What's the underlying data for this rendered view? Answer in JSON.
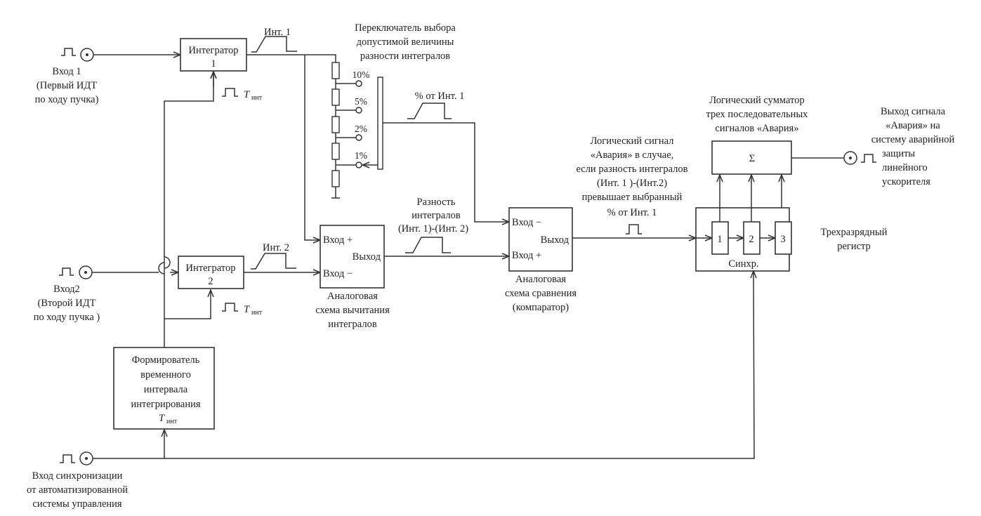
{
  "diagram": {
    "inputs": {
      "input1": {
        "label": "Вход 1",
        "sub1": "(Первый ИДТ",
        "sub2": "по ходу пучка)"
      },
      "input2": {
        "label": "Вход2",
        "sub1": "(Второй ИДТ",
        "sub2": "по ходу пучка )"
      },
      "sync": {
        "line1": "Вход синхронизации",
        "line2": "от автоматизированной",
        "line3": "системы управления"
      }
    },
    "integrator1": {
      "line1": "Интегратор",
      "line2": "1",
      "signal": "Инт. 1",
      "gate_T": "T",
      "gate_sub": "инт"
    },
    "integrator2": {
      "line1": "Интегратор",
      "line2": "2",
      "signal": "Инт. 2",
      "gate_T": "T",
      "gate_sub": "инт"
    },
    "timer": {
      "line1": "Формирователь",
      "line2": "временного",
      "line3": "интервала",
      "line4": "интегрирования",
      "T": "T",
      "T_sub": "инт"
    },
    "switch": {
      "title1": "Переключатель выбора",
      "title2": "допустимой величины",
      "title3": "разности интегралов",
      "taps": [
        "10%",
        "5%",
        "2%",
        "1%"
      ],
      "selected": "1%",
      "output_label": "% от Инт. 1"
    },
    "subtractor": {
      "in_plus": "Вход +",
      "in_minus": "Вход −",
      "out": "Выход",
      "caption1": "Аналоговая",
      "caption2": "схема вычитания",
      "caption3": "интегралов",
      "diff1": "Разность",
      "diff2": "интегралов",
      "diff3": "(Инт. 1)-(Инт. 2)"
    },
    "comparator": {
      "in_minus": "Вход −",
      "in_plus": "Вход +",
      "out": "Выход",
      "caption1": "Аналоговая",
      "caption2": "схема сравнения",
      "caption3": "(компаратор)"
    },
    "alarm_note": {
      "line1": "Логический сигнал",
      "line2": "«Авария» в случае,",
      "line3": "если разность интегралов",
      "line4": "(Инт. 1 )-(Инт.2)",
      "line5": "превышает выбранный",
      "line6": "% от Инт. 1"
    },
    "register": {
      "cells": [
        "1",
        "2",
        "3"
      ],
      "sync": "Синхр.",
      "caption1": "Трехразрядный",
      "caption2": "регистр"
    },
    "adder": {
      "symbol": "Σ",
      "title1": "Логический сумматор",
      "title2": "трех последовательных",
      "title3": "сигналов «Авария»"
    },
    "output": {
      "line1": "Выход сигнала",
      "line2": "«Авария» на",
      "line3": "систему аварийной",
      "line4": "защиты",
      "line5": "линейного",
      "line6": "ускорителя"
    }
  }
}
